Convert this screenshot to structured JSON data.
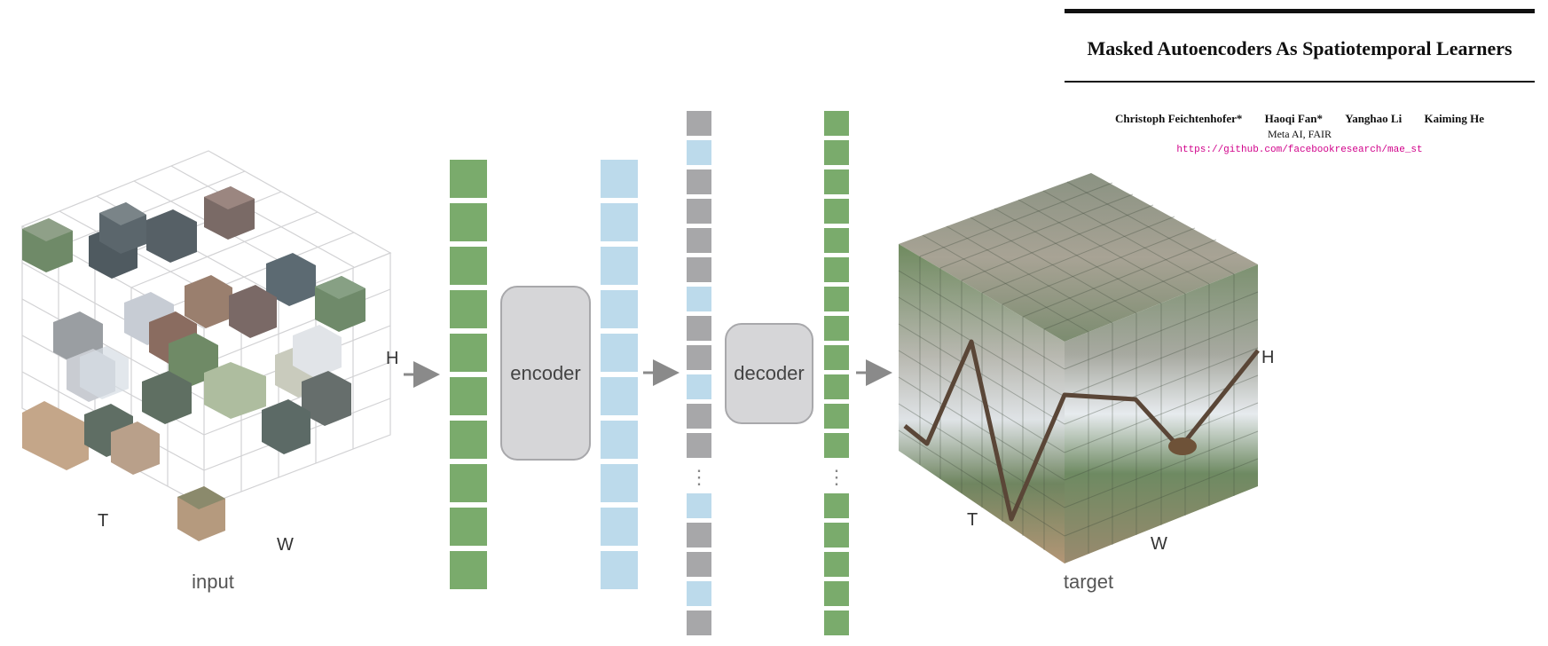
{
  "paper": {
    "title": "Masked Autoencoders As Spatiotemporal Learners",
    "authors": [
      "Christoph Feichtenhofer*",
      "Haoqi Fan*",
      "Yanghao Li",
      "Kaiming He"
    ],
    "affiliation": "Meta AI, FAIR",
    "url": "https://github.com/facebookresearch/mae_st"
  },
  "diagram": {
    "input_label": "input",
    "target_label": "target",
    "axis_t": "T",
    "axis_w": "W",
    "axis_h": "H",
    "encoder_label": "encoder",
    "decoder_label": "decoder",
    "ellipsis": "⋮"
  },
  "colors": {
    "visible_token": "#7aab6c",
    "encoded_token": "#bcdaeb",
    "mask_token": "#a7a7a9",
    "block_fill": "#d6d6d8",
    "block_stroke": "#a8a8ab",
    "arrow": "#8a8a8a",
    "url": "#d1008a"
  }
}
